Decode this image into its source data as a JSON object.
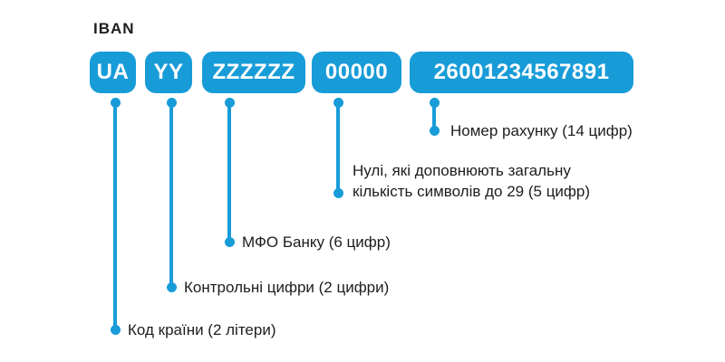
{
  "title": "IBAN",
  "colors": {
    "accent": "#189cd8",
    "text": "#1d1d1b"
  },
  "segments": [
    {
      "code": "UA",
      "label": "Код країни (2 літери)"
    },
    {
      "code": "YY",
      "label": "Контрольні цифри (2 цифри)"
    },
    {
      "code": "ZZZZZZ",
      "label": "МФО Банку (6 цифр)"
    },
    {
      "code": "00000",
      "label": "Нулі, які доповнюють загальну кількість символів до 29 (5 цифр)"
    },
    {
      "code": "26001234567891",
      "label": "Номер рахунку (14 цифр)"
    }
  ]
}
